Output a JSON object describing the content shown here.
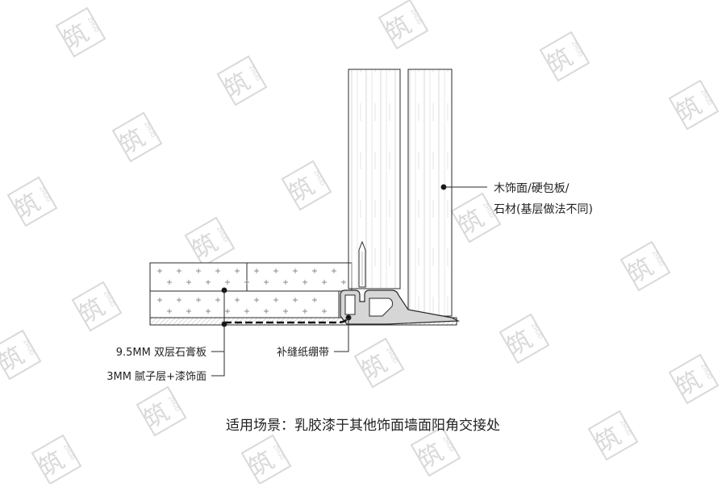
{
  "labels": {
    "wood_line1": "木饰面/硬包板/",
    "wood_line2": "石材(基层做法不同)",
    "gypsum": "9.5MM 双层石膏板",
    "putty": "3MM 腻子层+漆饰面",
    "tape": "补缝纸绷带"
  },
  "caption": "适用场景：乳胶漆于其他饰面墙面阳角交接处",
  "watermark": {
    "char": "筑",
    "side": "ZHUD"
  },
  "colors": {
    "line": "#2a2a2a",
    "fill_light": "#e6e6e6",
    "fill_profile": "#cfcfcf",
    "watermark": "#d9d9d9",
    "text": "#222222"
  }
}
